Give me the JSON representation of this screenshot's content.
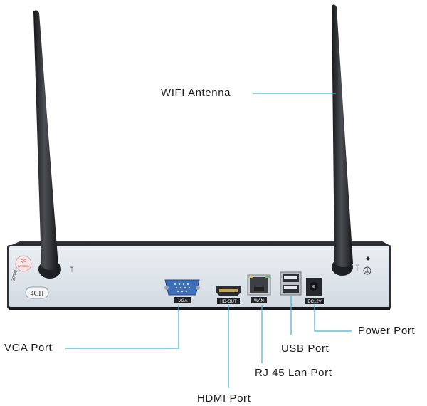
{
  "diagram": {
    "callouts": {
      "wifi_antenna": "WIFI Antenna",
      "vga_port": "VGA Port",
      "hdmi_port": "HDMI Port",
      "rj45_port": "RJ 45 Lan Port",
      "usb_port": "USB Port",
      "power_port": "Power Port"
    },
    "panel_labels": {
      "vga": "VGA",
      "hdmi": "HD-OUT",
      "wan": "WAN",
      "dc": "DC12V"
    },
    "device_labels": {
      "channels": "4CH",
      "sticker_top": "QC",
      "sticker_bottom": "PASSED",
      "sticker_side": "200W"
    },
    "colors": {
      "leader_line": "#3fb5d3",
      "panel_face": "#dfe6ec",
      "device_body": "#2c2f33",
      "antenna": "#202326"
    }
  }
}
